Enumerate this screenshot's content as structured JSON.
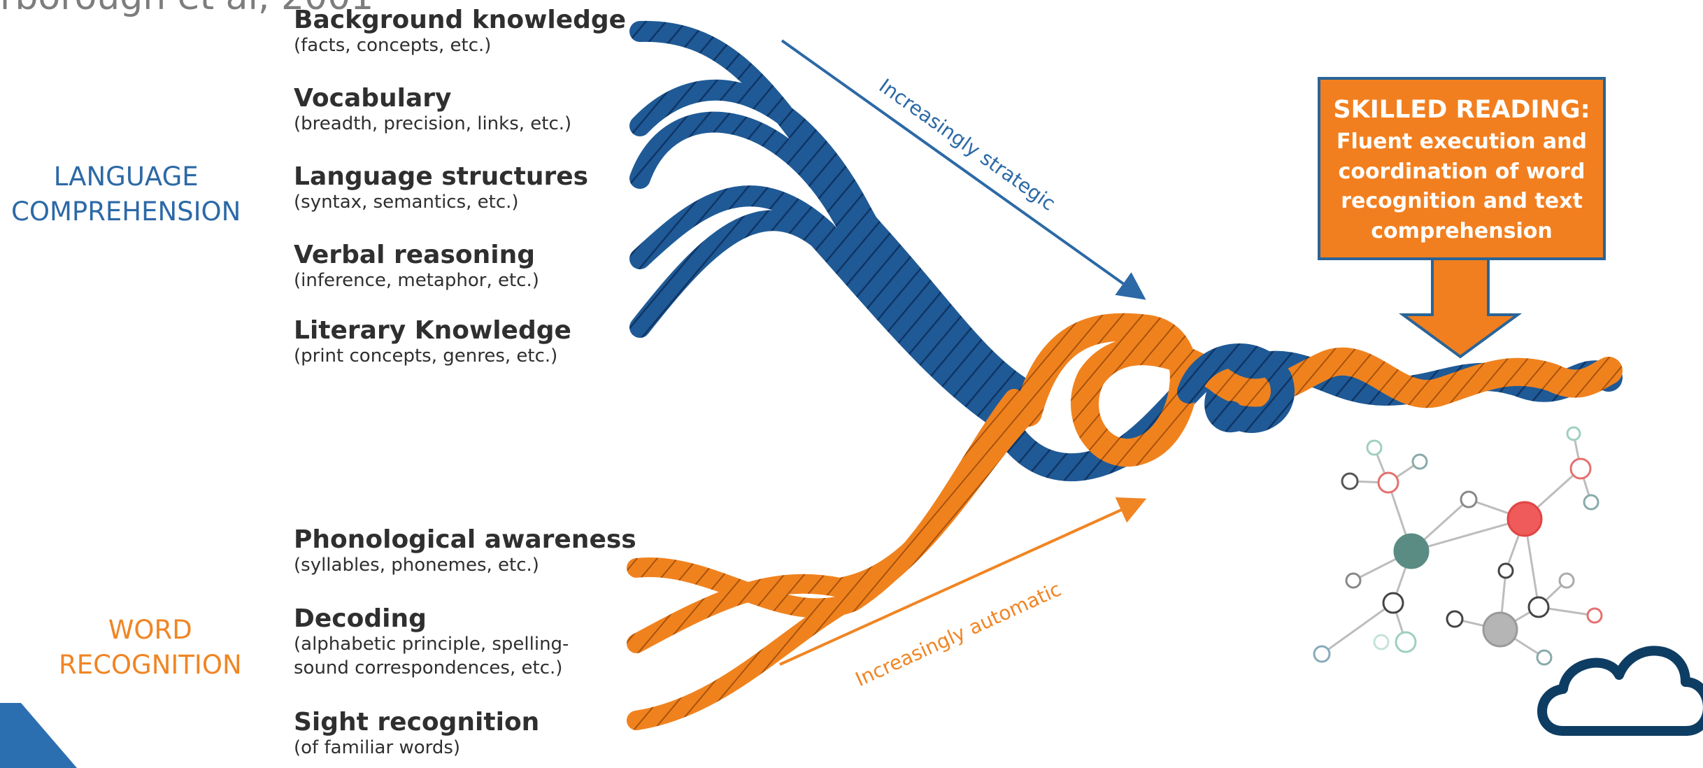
{
  "header": {
    "citation_fragment": "rborough et al, 2001"
  },
  "groups": {
    "language": {
      "line1": "LANGUAGE",
      "line2": "COMPREHENSION"
    },
    "word": {
      "line1": "WORD",
      "line2": "RECOGNITION"
    }
  },
  "strands": [
    {
      "title": "Background knowledge",
      "sub": "(facts, concepts, etc.)"
    },
    {
      "title": "Vocabulary",
      "sub": "(breadth, precision, links, etc.)"
    },
    {
      "title": "Language structures",
      "sub": "(syntax, semantics, etc.)"
    },
    {
      "title": "Verbal reasoning",
      "sub": "(inference, metaphor, etc.)"
    },
    {
      "title": "Literary Knowledge",
      "sub": "(print concepts, genres, etc.)"
    },
    {
      "title": "Phonological awareness",
      "sub": "(syllables, phonemes, etc.)"
    },
    {
      "title": "Decoding",
      "sub": "(alphabetic principle, spelling-",
      "sub2": "sound correspondences, etc.)"
    },
    {
      "title": "Sight recognition",
      "sub": "(of familiar words)"
    }
  ],
  "arrows": {
    "strategic": "Increasingly strategic",
    "automatic": "Increasingly automatic"
  },
  "skilled": {
    "heading": "SKILLED READING:",
    "lines": [
      "Fluent execution and",
      "coordination of word",
      "recognition and text",
      "comprehension"
    ]
  },
  "colors": {
    "blue": "#1f5a96",
    "orange": "#f0821e",
    "box_border": "#2a6496"
  },
  "icons": [
    "network-graph-icon",
    "cloud-logo-icon",
    "corner-triangle-icon"
  ]
}
